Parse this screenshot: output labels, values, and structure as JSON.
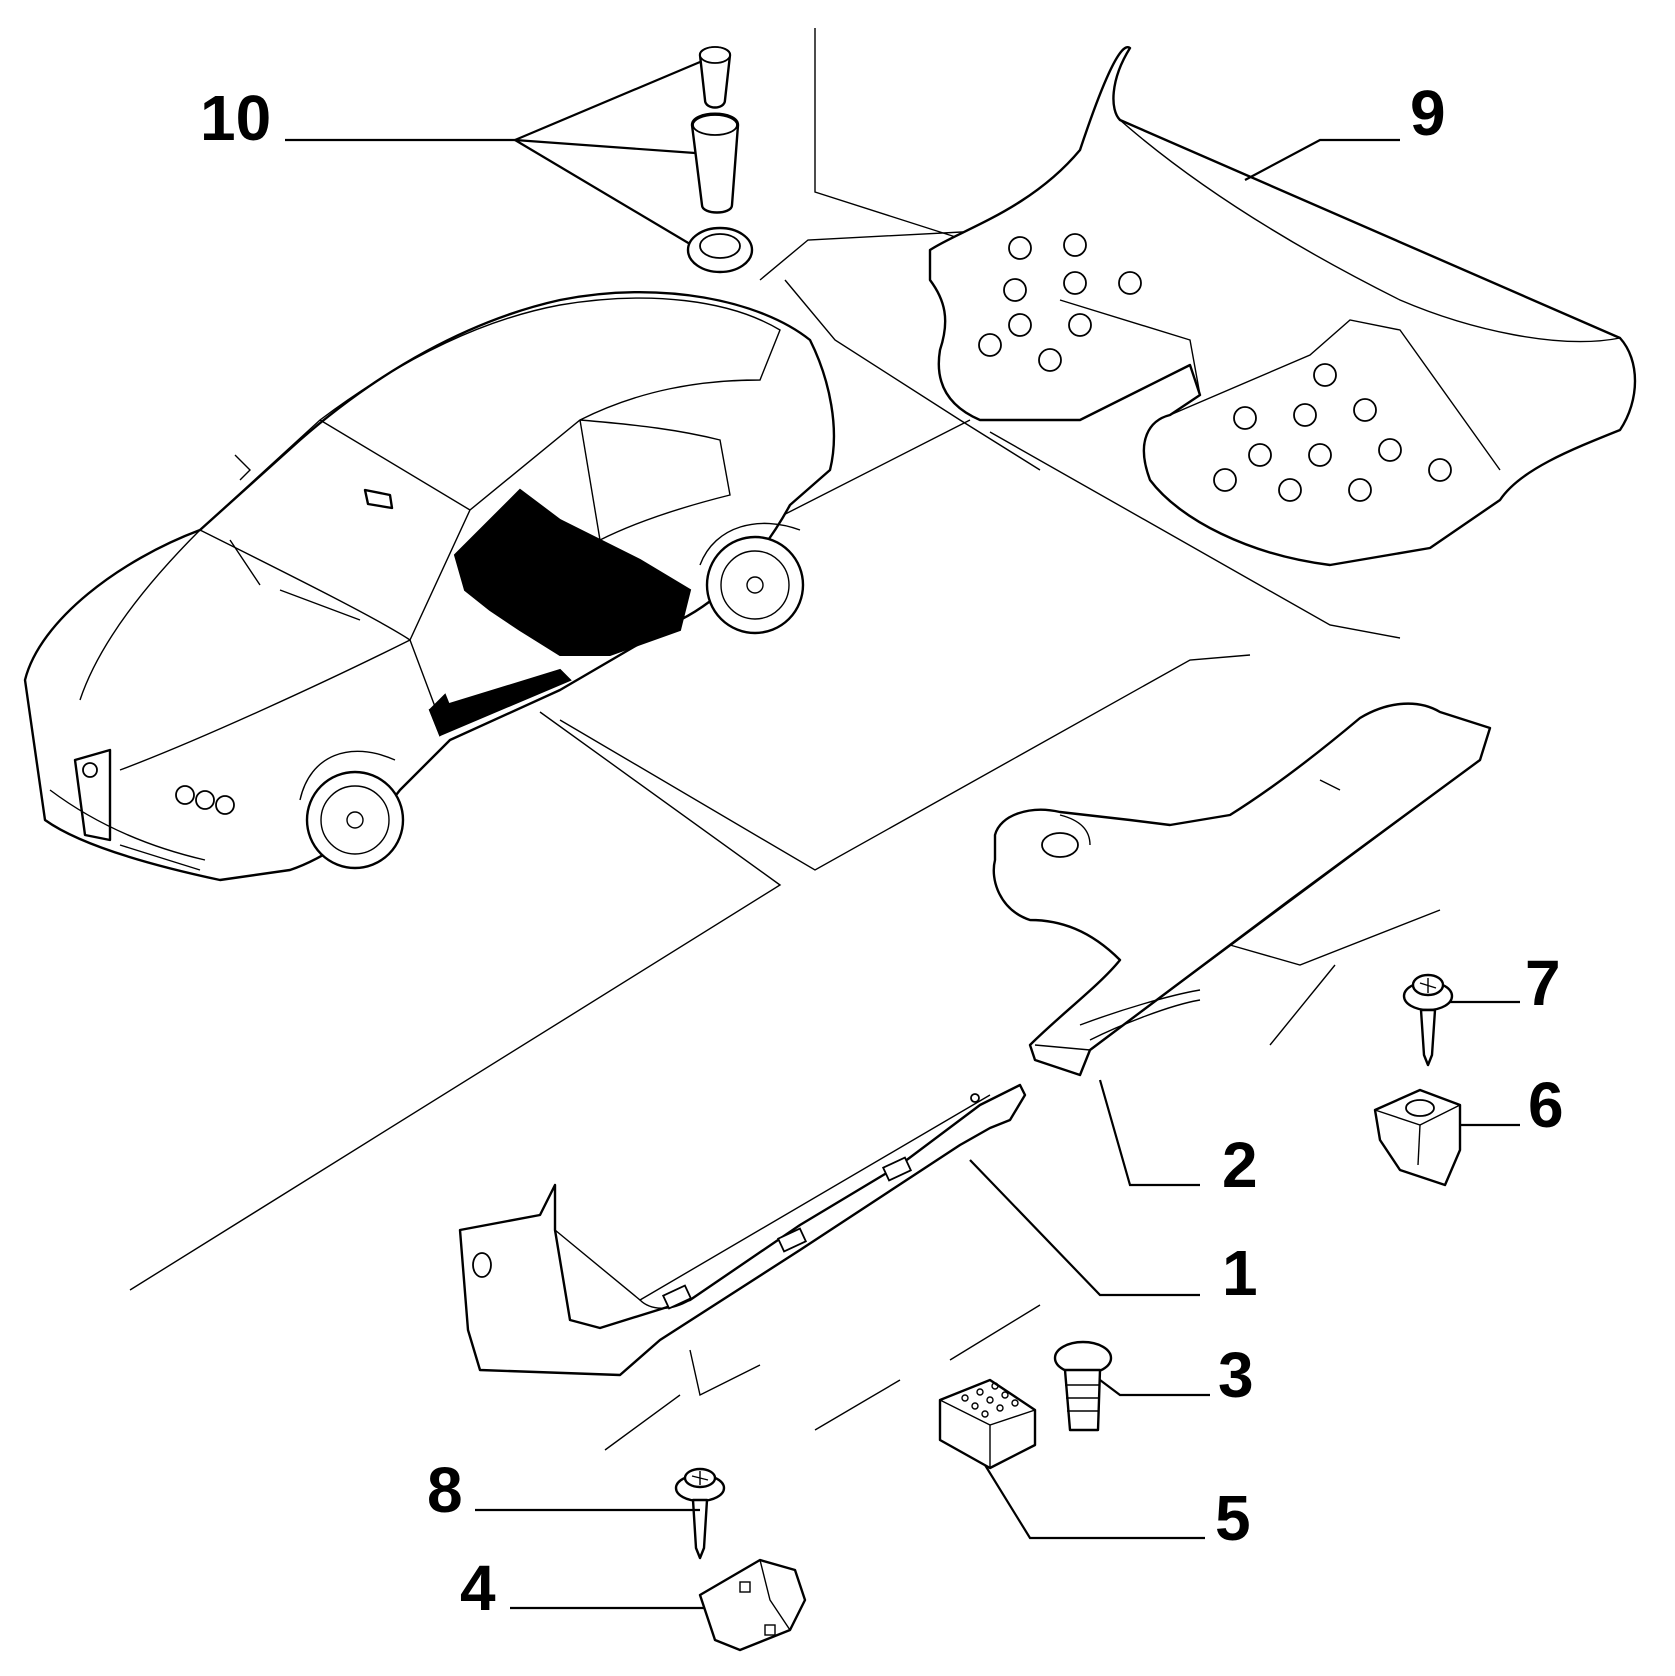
{
  "callouts": {
    "n1": "1",
    "n2": "2",
    "n3": "3",
    "n4": "4",
    "n5": "5",
    "n6": "6",
    "n7": "7",
    "n8": "8",
    "n9": "9",
    "n10": "10"
  }
}
